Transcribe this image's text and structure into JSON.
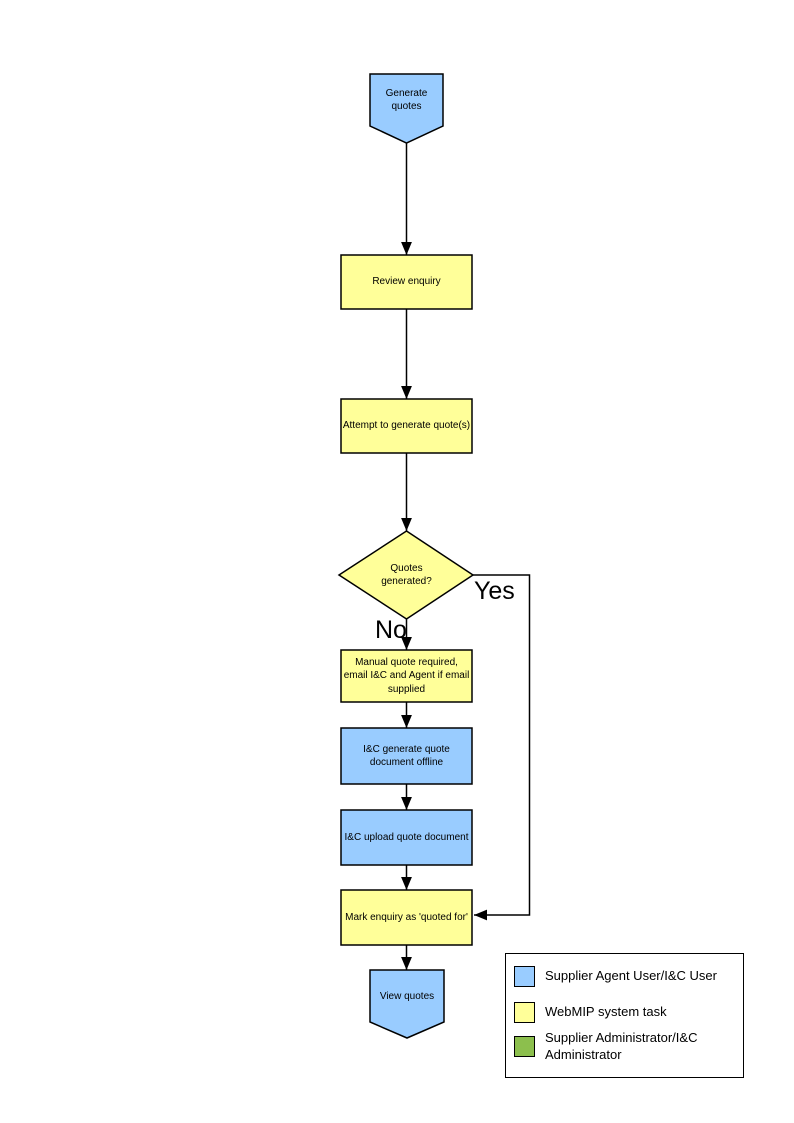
{
  "colors": {
    "user_task": "#99CCFF",
    "system_task": "#FFFF99",
    "admin_task": "#8CBF4D",
    "line": "#000000"
  },
  "flowchart": {
    "nodes": {
      "start": {
        "label": "Generate quotes",
        "type": "terminator"
      },
      "review": {
        "label": "Review enquiry",
        "type": "system-task"
      },
      "attempt": {
        "label": "Attempt to generate quote(s)",
        "type": "system-task"
      },
      "decision": {
        "label": "Quotes generated?",
        "type": "decision"
      },
      "manual": {
        "label": "Manual quote required, email I&C and Agent if email supplied",
        "type": "system-task"
      },
      "ic_generate": {
        "label": "I&C generate quote document offline",
        "type": "user-task"
      },
      "ic_upload": {
        "label": "I&C upload quote document",
        "type": "user-task"
      },
      "mark": {
        "label": "Mark enquiry as 'quoted for'",
        "type": "system-task"
      },
      "end": {
        "label": "View quotes",
        "type": "terminator"
      }
    },
    "branches": {
      "yes": "Yes",
      "no": "No"
    }
  },
  "legend": {
    "items": [
      {
        "label": "Supplier Agent User/I&C User",
        "color": "#99CCFF"
      },
      {
        "label": "WebMIP system task",
        "color": "#FFFF99"
      },
      {
        "label": "Supplier Administrator/I&C Administrator",
        "color": "#8CBF4D"
      }
    ]
  }
}
